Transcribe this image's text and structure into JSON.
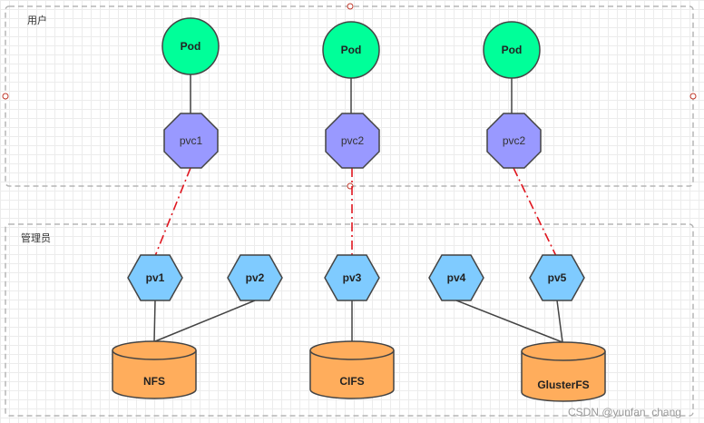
{
  "zones": {
    "user_label": "用户",
    "admin_label": "管理员"
  },
  "pods": [
    {
      "label": "Pod"
    },
    {
      "label": "Pod"
    },
    {
      "label": "Pod"
    }
  ],
  "pvcs": [
    {
      "label": "pvc1"
    },
    {
      "label": "pvc2"
    },
    {
      "label": "pvc2"
    }
  ],
  "pvs": [
    {
      "label": "pv1"
    },
    {
      "label": "pv2"
    },
    {
      "label": "pv3"
    },
    {
      "label": "pv4"
    },
    {
      "label": "pv5"
    }
  ],
  "storage": [
    {
      "label": "NFS"
    },
    {
      "label": "CIFS"
    },
    {
      "label": "GlusterFS"
    }
  ],
  "watermark": "CSDN @yunfan_chang",
  "colors": {
    "pod_fill": "#00FF99",
    "pvc_fill": "#9999FF",
    "pv_fill": "#7FCBFF",
    "storage_fill": "#FFAD5C",
    "binding_line": "#E0161F",
    "zone_border": "#B5B5B5"
  }
}
